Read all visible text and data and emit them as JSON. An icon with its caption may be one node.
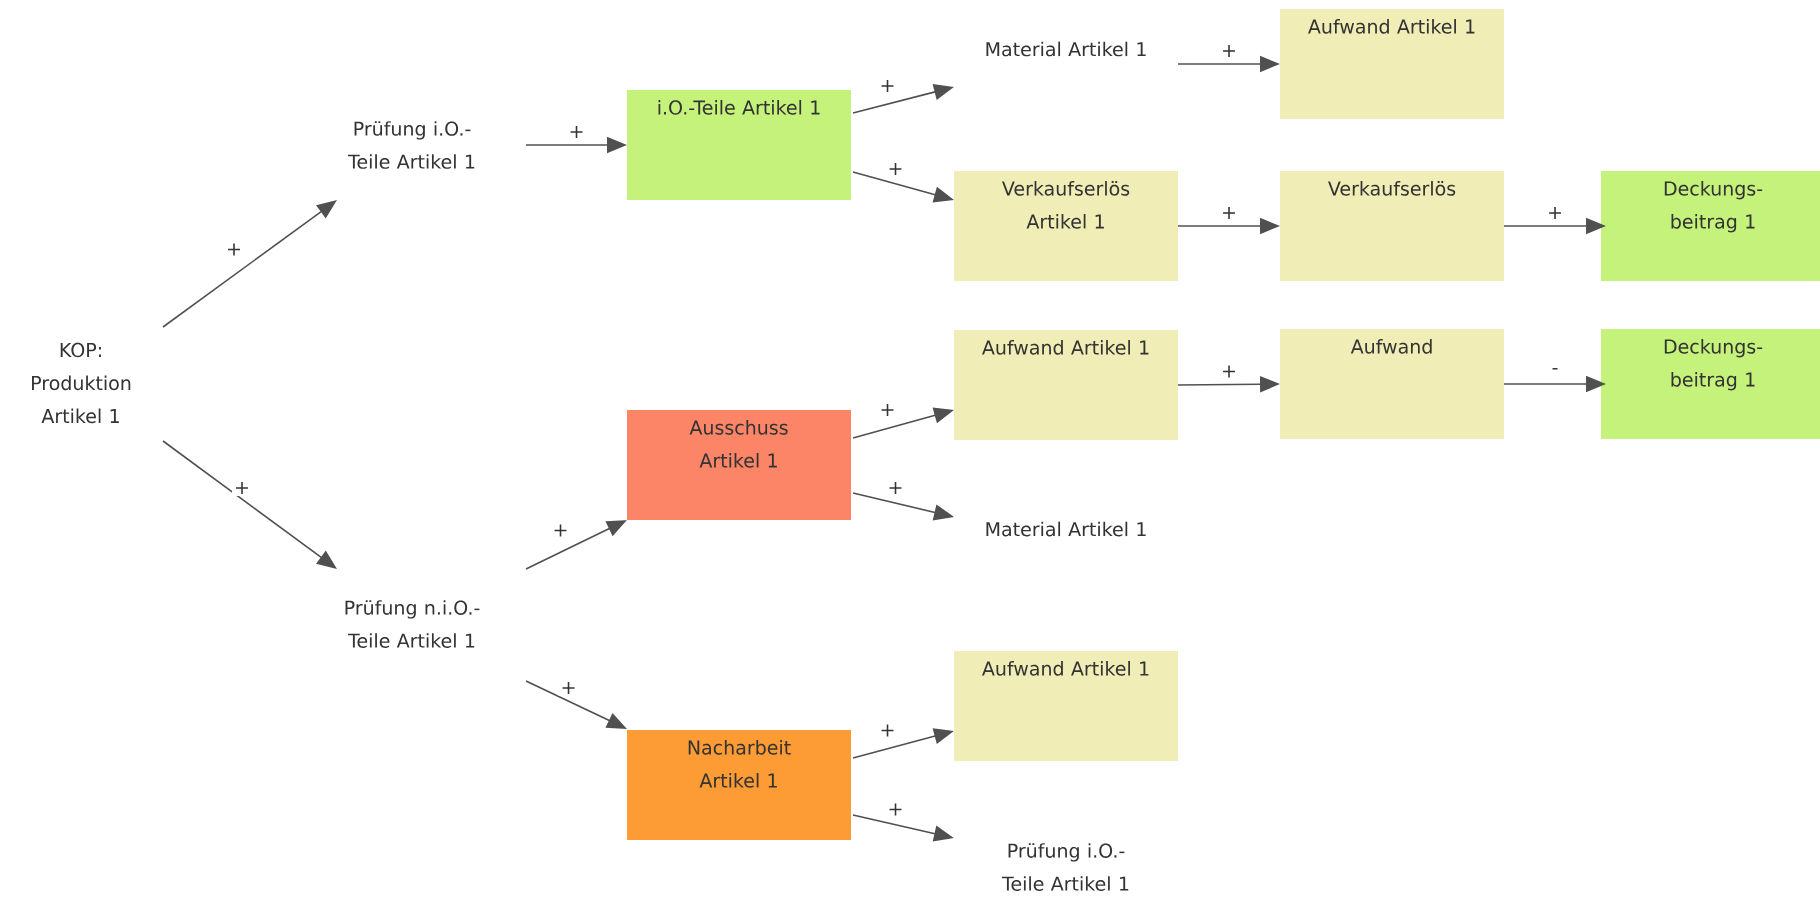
{
  "diagram": {
    "nodes": [
      {
        "text": [
          "KOP: Produktion Artikel 1"
        ]
      },
      {
        "text": [
          "Prüfung i.O.-Teile Artikel 1"
        ]
      },
      {
        "text": [
          "Prüfung n.i.O.-Teile Artikel 1"
        ]
      },
      {
        "text": [
          "i.O.-Teile Artikel 1"
        ]
      },
      {
        "text": [
          "Ausschuss Artikel 1"
        ]
      },
      {
        "text": [
          "Nacharbeit Artikel 1"
        ]
      },
      {
        "text": [
          "Material Artikel 1"
        ]
      },
      {
        "text": [
          "Verkaufserlös Artikel 1"
        ]
      },
      {
        "text": [
          "Aufwand Artikel 1"
        ]
      },
      {
        "text": [
          "Material Artikel 1"
        ]
      },
      {
        "text": [
          "Aufwand Artikel 1"
        ]
      },
      {
        "text": [
          "Prüfung i.O.-Teile Artikel 1"
        ]
      },
      {
        "text": [
          "Aufwand Artikel 1"
        ]
      },
      {
        "text": [
          "Verkaufserlös"
        ]
      },
      {
        "text": [
          "Aufwand"
        ]
      },
      {
        "text": [
          "Deckungs- beitrag 1"
        ]
      },
      {
        "text": [
          "Deckungs- beitrag 1"
        ]
      }
    ],
    "edges": [
      {
        "from": 0,
        "to": 1,
        "arrow": "to",
        "label": "+"
      },
      {
        "from": 0,
        "to": 2,
        "arrow": "to",
        "label": "+"
      },
      {
        "from": 1,
        "to": 3,
        "arrow": "to",
        "label": "+"
      },
      {
        "from": 2,
        "to": 4,
        "arrow": "to",
        "label": "+"
      },
      {
        "from": 2,
        "to": 5,
        "arrow": "to",
        "label": "+"
      },
      {
        "from": 3,
        "to": 6,
        "arrow": "to",
        "label": "+"
      },
      {
        "from": 3,
        "to": 7,
        "arrow": "to",
        "label": "+"
      },
      {
        "from": 4,
        "to": 8,
        "arrow": "to",
        "label": "+"
      },
      {
        "from": 4,
        "to": 9,
        "arrow": "to",
        "label": "+"
      },
      {
        "from": 5,
        "to": 10,
        "arrow": "to",
        "label": "+"
      },
      {
        "from": 5,
        "to": 11,
        "arrow": "to",
        "label": "+"
      },
      {
        "from": 6,
        "to": 12,
        "arrow": "to",
        "label": "+"
      },
      {
        "from": 7,
        "to": 13,
        "arrow": "to",
        "label": "+"
      },
      {
        "from": 13,
        "to": 15,
        "arrow": "to",
        "label": "+"
      },
      {
        "from": 8,
        "to": 14,
        "arrow": "to",
        "label": "+"
      },
      {
        "from": 14,
        "to": 16,
        "arrow": "to",
        "label": "-"
      }
    ]
  }
}
